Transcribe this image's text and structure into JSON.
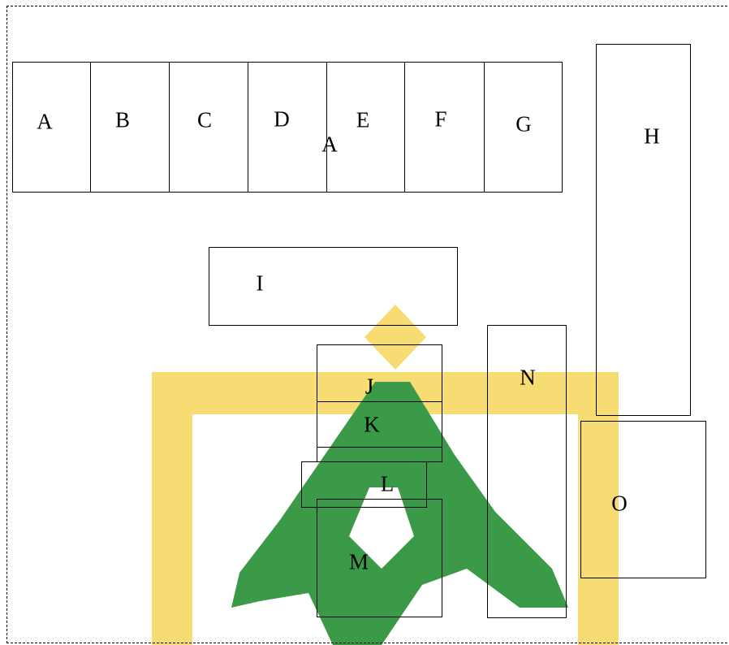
{
  "diagram": {
    "boxes": [
      {
        "id": "A",
        "label": "A"
      },
      {
        "id": "B",
        "label": "B"
      },
      {
        "id": "C",
        "label": "C"
      },
      {
        "id": "D",
        "label": "D"
      },
      {
        "id": "E",
        "label": "E"
      },
      {
        "id": "F",
        "label": "F"
      },
      {
        "id": "G",
        "label": "G"
      },
      {
        "id": "H",
        "label": "H"
      },
      {
        "id": "I",
        "label": "I"
      },
      {
        "id": "J",
        "label": "J"
      },
      {
        "id": "K",
        "label": "K"
      },
      {
        "id": "L",
        "label": "L"
      },
      {
        "id": "M",
        "label": "M"
      },
      {
        "id": "N",
        "label": "N"
      },
      {
        "id": "O",
        "label": "O"
      }
    ],
    "stray_label": "A",
    "watermark": {
      "green": "#3a9a48",
      "gold": "#f6dc72"
    }
  }
}
